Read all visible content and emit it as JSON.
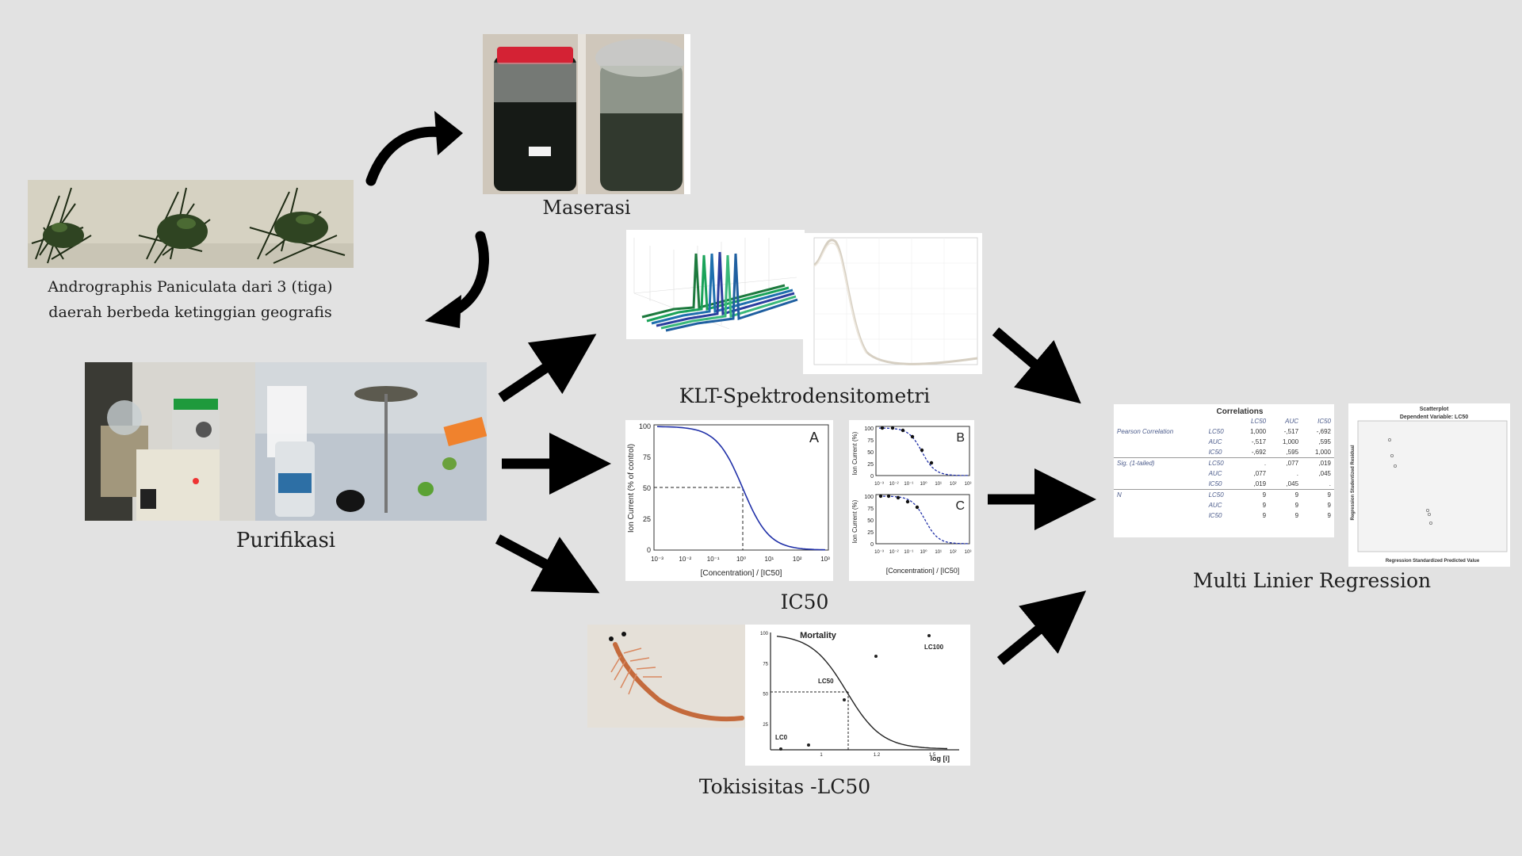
{
  "captions": {
    "andrographis": "Andrographis Paniculata dari 3 (tiga) daerah berbeda ketinggian geografis",
    "maserasi": "Maserasi",
    "purifikasi": "Purifikasi",
    "klt": "KLT-Spektrodensitometri",
    "ic50": "IC50",
    "toksisitas": "Tokisisitas -LC50",
    "regression": "Multi Linier Regression"
  },
  "ic50_panel_a": {
    "label": "A",
    "ylabel": "Ion Current (% of control)",
    "xlabel": "[Concentration] / [IC50]",
    "yticks": [
      "100",
      "75",
      "50",
      "25",
      "0"
    ],
    "xticks": [
      "10⁻³",
      "10⁻²",
      "10⁻¹",
      "10⁰",
      "10¹",
      "10²",
      "10³"
    ]
  },
  "ic50_panel_b": {
    "label": "B",
    "ylabel": "Ion Current (%)",
    "yticks": [
      "100",
      "75",
      "50",
      "25",
      "0"
    ],
    "xticks": [
      "10⁻³",
      "10⁻²",
      "10⁻¹",
      "10⁰",
      "10¹",
      "10²",
      "10³"
    ]
  },
  "ic50_panel_c": {
    "label": "C",
    "ylabel": "Ion Current (%)",
    "xlabel": "[Concentration] / [IC50]",
    "yticks": [
      "100",
      "75",
      "50",
      "25",
      "0"
    ],
    "xticks": [
      "10⁻³",
      "10⁻²",
      "10⁻¹",
      "10⁰",
      "10¹",
      "10²",
      "10³"
    ]
  },
  "mortality": {
    "title": "Mortality",
    "yticks": [
      "100",
      "75",
      "50",
      "25"
    ],
    "labels": {
      "lc0": "LC0",
      "lc50": "LC50",
      "lc100": "LC100"
    },
    "xlabel": "log [i]",
    "xticks": [
      "1",
      "1.2",
      "1.5"
    ]
  },
  "correlations": {
    "title": "Correlations",
    "headers": [
      "LC50",
      "AUC",
      "IC50"
    ],
    "rows": [
      {
        "group": "Pearson Correlation",
        "var": "LC50",
        "vals": [
          "1,000",
          "-,517",
          "-,692"
        ]
      },
      {
        "group": "",
        "var": "AUC",
        "vals": [
          "-,517",
          "1,000",
          ",595"
        ]
      },
      {
        "group": "",
        "var": "IC50",
        "vals": [
          "-,692",
          ",595",
          "1,000"
        ]
      },
      {
        "group": "Sig. (1-tailed)",
        "var": "LC50",
        "vals": [
          ".",
          ",077",
          ",019"
        ]
      },
      {
        "group": "",
        "var": "AUC",
        "vals": [
          ",077",
          ".",
          ",045"
        ]
      },
      {
        "group": "",
        "var": "IC50",
        "vals": [
          ",019",
          ",045",
          "."
        ]
      },
      {
        "group": "N",
        "var": "LC50",
        "vals": [
          "9",
          "9",
          "9"
        ]
      },
      {
        "group": "",
        "var": "AUC",
        "vals": [
          "9",
          "9",
          "9"
        ]
      },
      {
        "group": "",
        "var": "IC50",
        "vals": [
          "9",
          "9",
          "9"
        ]
      }
    ]
  },
  "scatterplot": {
    "title": "Scatterplot",
    "subtitle": "Dependent Variable: LC50",
    "xlabel": "Regression Standardized Predicted Value",
    "ylabel": "Regression Studentized Residual"
  }
}
